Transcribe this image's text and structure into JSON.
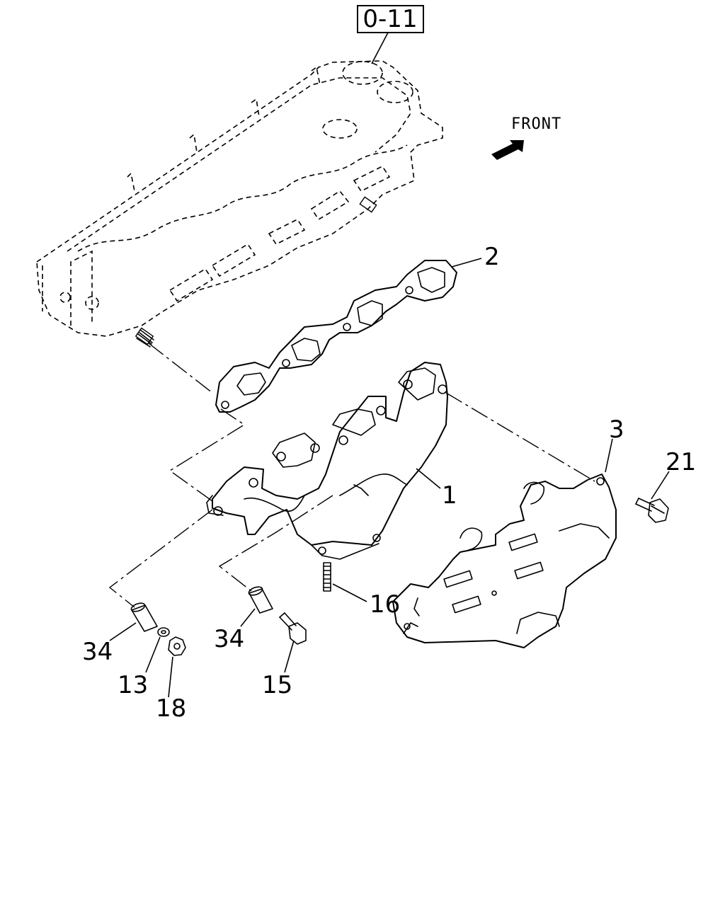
{
  "reference_box": {
    "label": "0-11"
  },
  "front_indicator": {
    "label": "FRONT",
    "icon": "front-arrow-icon"
  },
  "callouts": [
    {
      "id": "part-1",
      "label": "1"
    },
    {
      "id": "part-2",
      "label": "2"
    },
    {
      "id": "part-3",
      "label": "3"
    },
    {
      "id": "part-21",
      "label": "21"
    },
    {
      "id": "part-16",
      "label": "16"
    },
    {
      "id": "part-34a",
      "label": "34"
    },
    {
      "id": "part-34b",
      "label": "34"
    },
    {
      "id": "part-13",
      "label": "13"
    },
    {
      "id": "part-18",
      "label": "18"
    },
    {
      "id": "part-15",
      "label": "15"
    }
  ]
}
